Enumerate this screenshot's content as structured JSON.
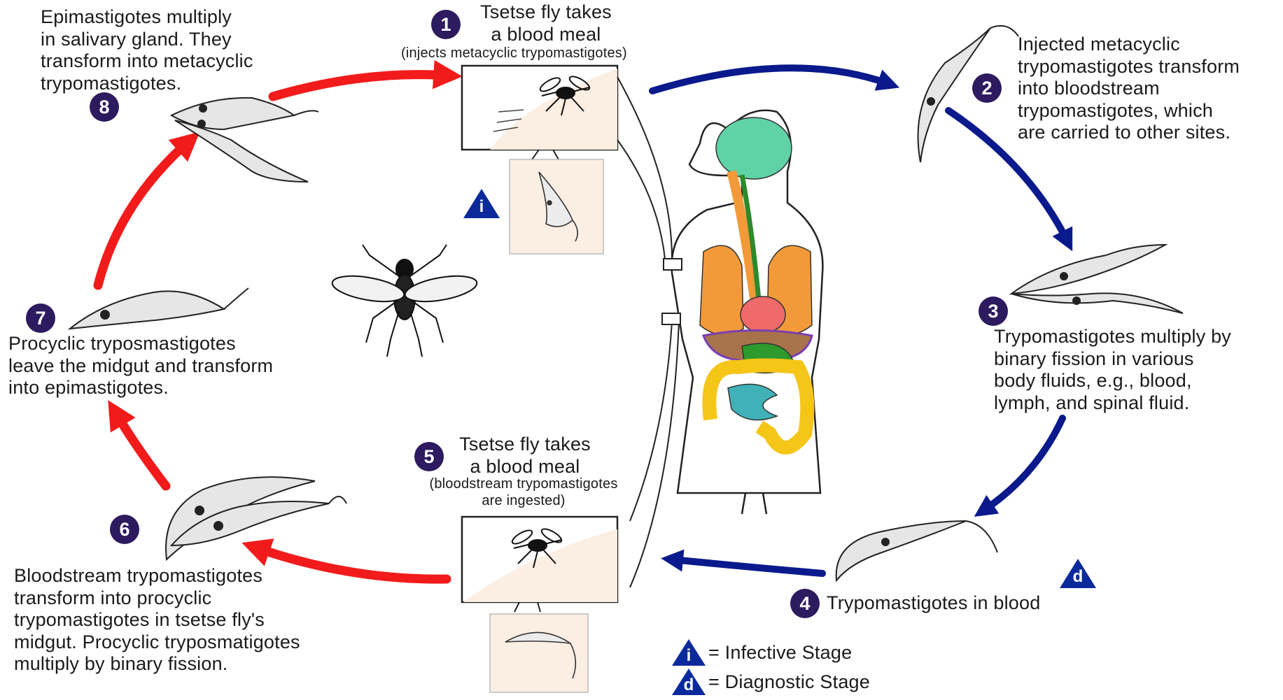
{
  "steps": [
    {
      "num": "1",
      "title_lines": [
        "Tsetse fly takes",
        "a blood meal"
      ],
      "sub": "(injects metacyclic trypomastigotes)"
    },
    {
      "num": "2",
      "lines": [
        "Injected metacyclic",
        "trypomastigotes transform",
        "into bloodstream",
        "trypomastigotes, which",
        "are carried to other sites."
      ]
    },
    {
      "num": "3",
      "lines": [
        "Trypomastigotes multiply by",
        "binary fission in various",
        "body fluids, e.g., blood,",
        "lymph, and spinal fluid."
      ]
    },
    {
      "num": "4",
      "text": "Trypomastigotes in blood"
    },
    {
      "num": "5",
      "title_lines": [
        "Tsetse fly takes",
        "a blood meal"
      ],
      "sub_lines": [
        "(bloodstream trypomastigotes",
        "are ingested)"
      ]
    },
    {
      "num": "6",
      "lines": [
        "Bloodstream trypomastigotes",
        "transform into procyclic",
        "trypomastigotes in tsetse fly's",
        "midgut. Procyclic tryposmatigotes",
        "multiply by binary fission."
      ]
    },
    {
      "num": "7",
      "lines": [
        "Procyclic tryposmastigotes",
        "leave the midgut and transform",
        "into epimastigotes."
      ]
    },
    {
      "num": "8",
      "lines": [
        "Epimastigotes multiply",
        "in salivary gland. They",
        "transform into metacyclic",
        "trypomastigotes."
      ]
    }
  ],
  "markers": {
    "infective_letter": "i",
    "diagnostic_letter": "d"
  },
  "legend": {
    "infective": "= Infective Stage",
    "diagnostic": "= Diagnostic Stage"
  },
  "colors": {
    "host_arrow": "#0a1a8c",
    "vector_arrow": "#f21b1b",
    "badge": "#2e1a5e",
    "panel_fill": "#fbeee2"
  }
}
